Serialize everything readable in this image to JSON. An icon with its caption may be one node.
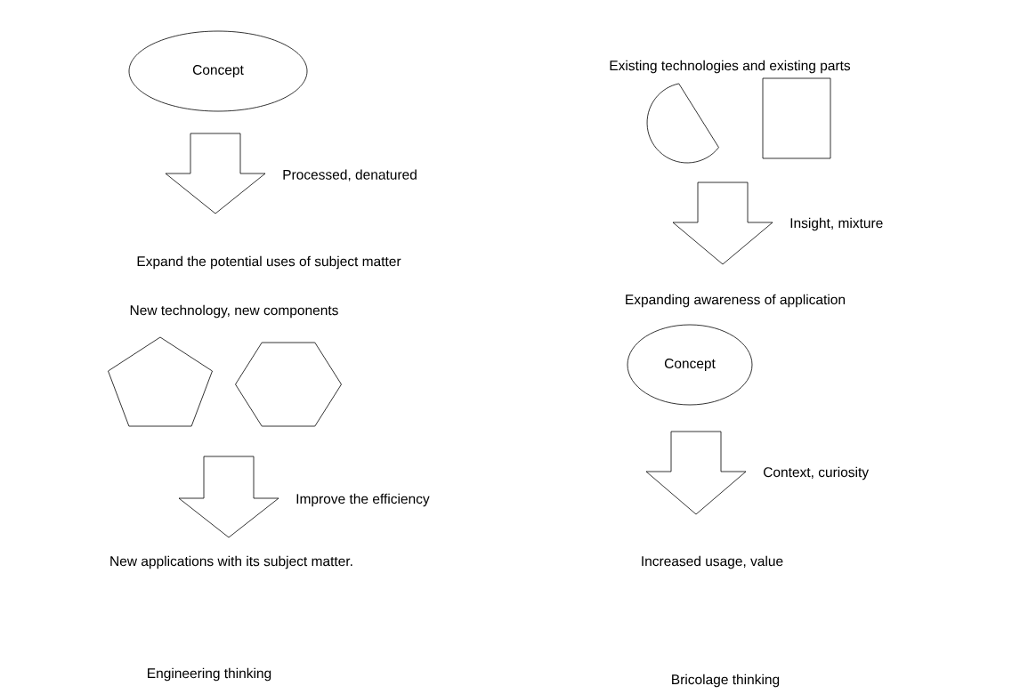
{
  "diagram": {
    "nodes": [
      {
        "text": [
          "Concept"
        ]
      },
      {
        "text": [
          "Expand the potential uses of subject matter"
        ]
      },
      {
        "text": [],
        "shape": "pentagon"
      },
      {
        "text": [],
        "shape": "hexagon"
      },
      {
        "text": [
          "New applications with its subject matter."
        ]
      },
      {
        "text": [],
        "shape": "semicircle"
      },
      {
        "text": [],
        "shape": "box"
      },
      {
        "text": [
          "Expanding awareness of application"
        ]
      },
      {
        "text": [
          "Concept"
        ]
      },
      {
        "text": [
          "Increased usage, value"
        ]
      }
    ],
    "edges": [
      {
        "from": 0,
        "to": 1,
        "arrow": "to",
        "label": "Processed, denatured"
      },
      {
        "from": 2,
        "to": 4,
        "arrow": "to",
        "label": "Improve the efficiency"
      },
      {
        "from": 3,
        "to": 4,
        "arrow": "to"
      },
      {
        "from": 5,
        "to": 7,
        "arrow": "to",
        "label": "Insight, mixture"
      },
      {
        "from": 6,
        "to": 7,
        "arrow": "to"
      },
      {
        "from": 8,
        "to": 9,
        "arrow": "to",
        "label": "Context, curiosity"
      }
    ],
    "labels": [
      "Existing technologies and existing parts",
      "New technology, new components",
      "Engineering thinking",
      "Bricolage thinking"
    ]
  }
}
